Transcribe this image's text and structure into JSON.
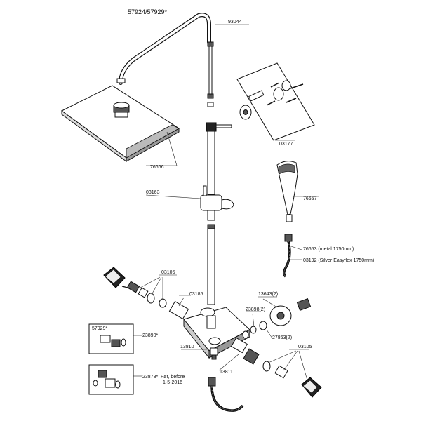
{
  "title": "57924/57929*",
  "parts": {
    "p93044": "93044",
    "p03177": "03177",
    "p76666": "76666",
    "p03163": "03163",
    "p76657": "76657",
    "p76653": "76653 (metal  1750mm)",
    "p03192": "03192 (Silver Easyflex 1750mm)",
    "p03105a": "03105",
    "p03185": "03185",
    "p13643": "13643(2)",
    "p23898": "23898(2)",
    "p27863": "27863(2)",
    "p23890": "23890*",
    "p13810": "13810",
    "p03105b": "03105",
    "p13811": "13811",
    "p23878": "23878*",
    "note_line1": "Før, before",
    "note_line2": "1-5-2016",
    "inset_label": "57929*"
  }
}
